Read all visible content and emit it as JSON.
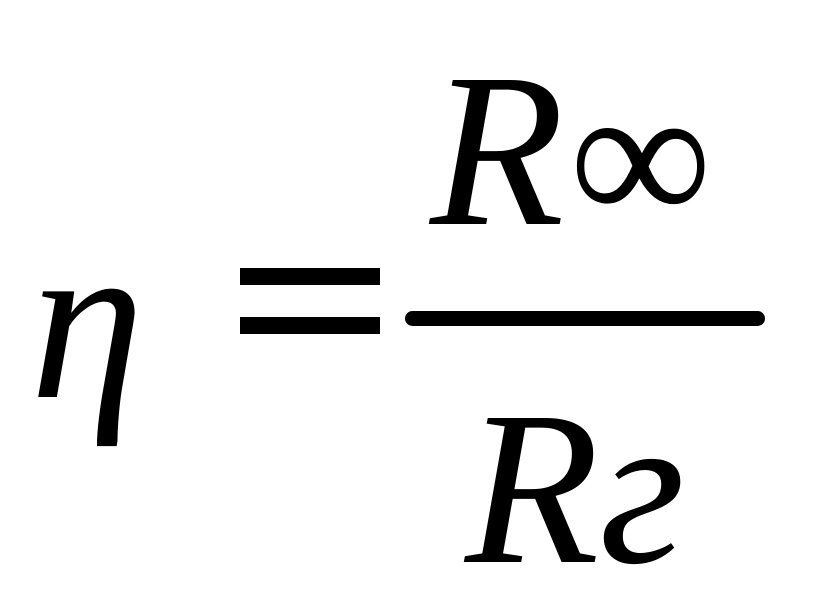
{
  "formula": {
    "lhs": "η",
    "numerator": {
      "variable": "R",
      "subscript": "∞"
    },
    "denominator": {
      "variable": "R",
      "subscript": "г"
    }
  }
}
